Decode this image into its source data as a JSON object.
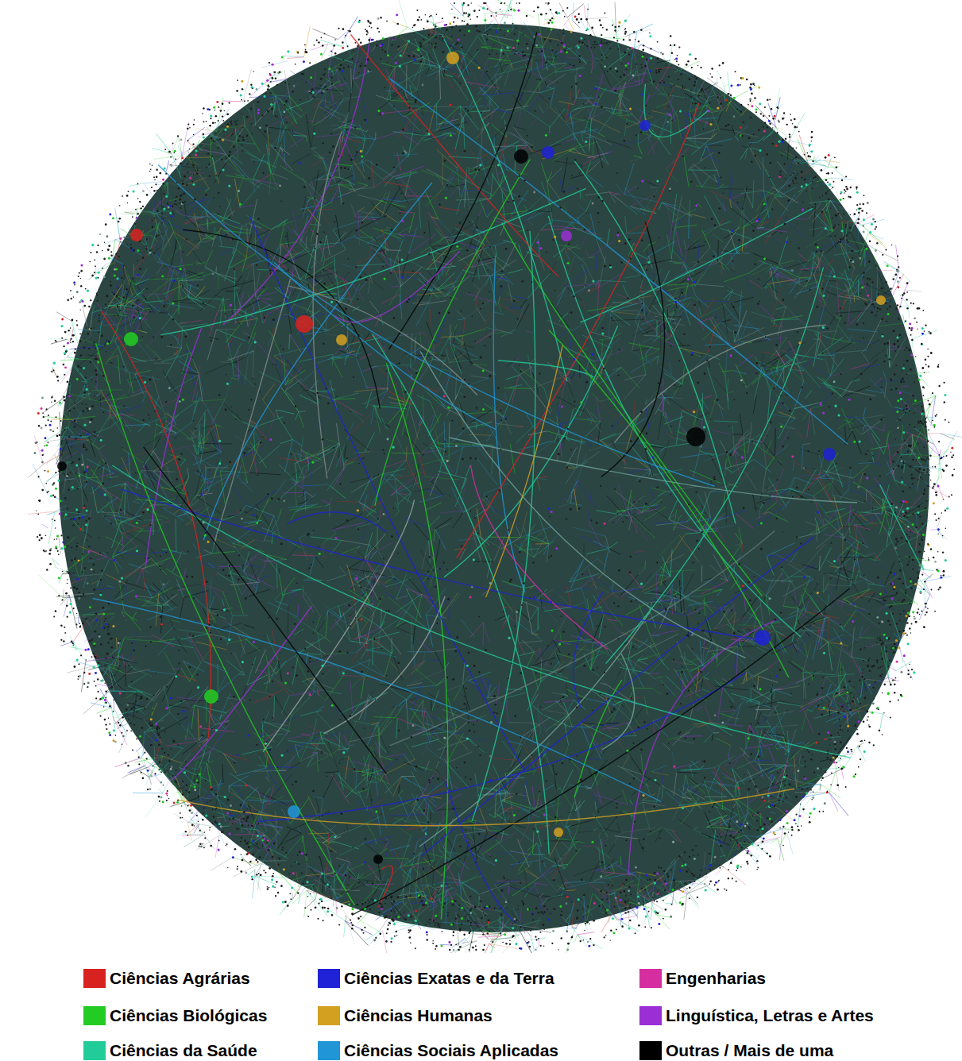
{
  "diagram": {
    "legend": [
      {
        "text": "Ciências Agrárias",
        "color": "#d8221f"
      },
      {
        "text": "Ciências Exatas e da Terra",
        "color": "#1f22d6"
      },
      {
        "text": "Engenharias",
        "color": "#d62ea0"
      },
      {
        "text": "Ciências Biológicas",
        "color": "#22cc22"
      },
      {
        "text": "Ciências Humanas",
        "color": "#d4a020"
      },
      {
        "text": "Linguística, Letras e Artes",
        "color": "#9b2fd6"
      },
      {
        "text": "Ciências da Saúde",
        "color": "#22cc99"
      },
      {
        "text": "Ciências Sociais Aplicadas",
        "color": "#2196d6"
      },
      {
        "text": "Outras  / Mais de uma",
        "color": "#000000"
      }
    ]
  }
}
